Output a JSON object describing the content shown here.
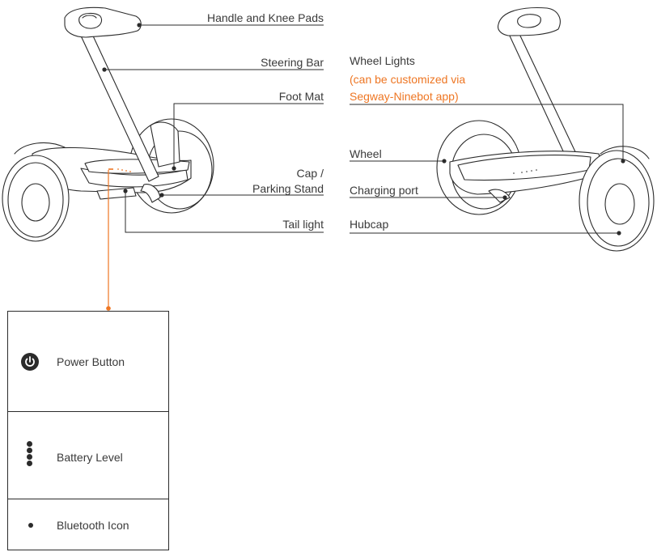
{
  "labels_left": {
    "handle": "Handle and Knee Pads",
    "steering": "Steering Bar",
    "footmat": "Foot Mat",
    "cap_line1": "Cap /",
    "cap_line2": "Parking Stand",
    "taillight": "Tail light"
  },
  "labels_right": {
    "wheel_lights": "Wheel Lights",
    "wheel_lights_note1": "(can be customized via",
    "wheel_lights_note2": "Segway-Ninebot app)",
    "wheel": "Wheel",
    "charging": "Charging port",
    "hubcap": "Hubcap"
  },
  "panel": {
    "power": "Power Button",
    "battery": "Battery Level",
    "bluetooth": "Bluetooth Icon"
  },
  "colors": {
    "accent": "#ee7623",
    "line": "#2b2b2b",
    "text": "#3a3a3a"
  },
  "icons": [
    "power-icon",
    "battery-level-icon",
    "bluetooth-icon"
  ]
}
